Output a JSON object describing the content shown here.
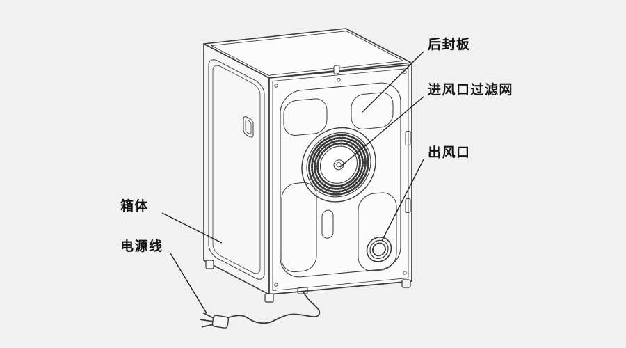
{
  "colors": {
    "background": "#f1f1f2",
    "line": "#3a3a3a",
    "label_text": "#141414",
    "panel_fill_top": "#fcfcfc",
    "panel_fill_side": "#f6f6f6",
    "panel_fill_back": "#fbfbfb"
  },
  "diagram": {
    "subject": "dryer-rear-view",
    "labels": {
      "rear_panel": "后封板",
      "inlet_filter": "进风口过滤网",
      "air_outlet": "出风口",
      "cabinet": "箱体",
      "power_cord": "电源线"
    }
  }
}
